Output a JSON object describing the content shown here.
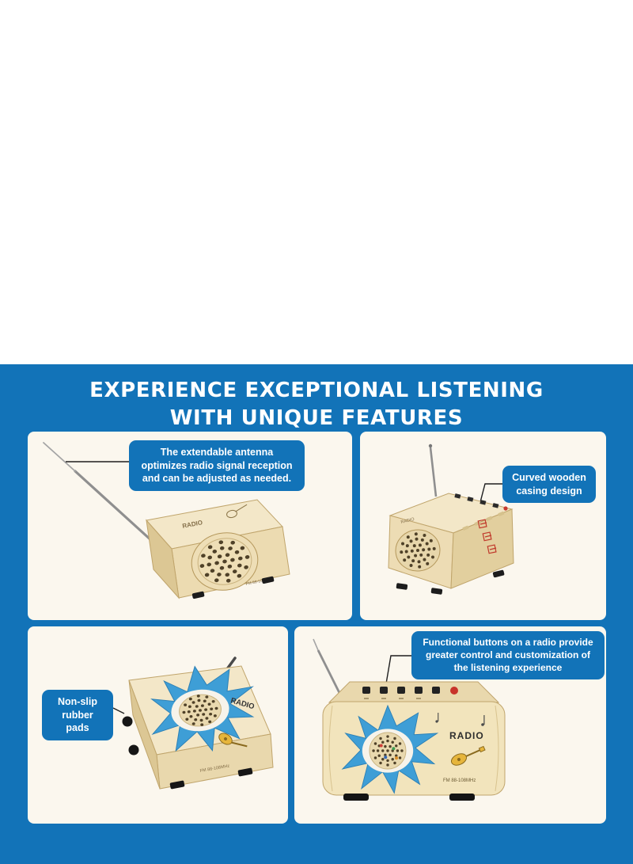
{
  "colors": {
    "section_bg": "#1273b8",
    "card_bg": "#fbf7ee",
    "callout_bg": "#1273b8",
    "title_color": "#ffffff",
    "wood": "#e9d8ad",
    "splash_blue": "#3e9ed6"
  },
  "header": {
    "title_line1": "EXPERIENCE EXCEPTIONAL LISTENING",
    "title_line2": "WITH UNIQUE FEATURES"
  },
  "features": [
    {
      "name": "extendable-antenna",
      "callout": "The extendable antenna optimizes radio signal reception and can be adjusted as needed."
    },
    {
      "name": "curved-casing",
      "callout": "Curved wooden casing design"
    },
    {
      "name": "rubber-pads",
      "callout": "Non-slip rubber pads"
    },
    {
      "name": "function-buttons",
      "callout": "Functional buttons on a radio provide greater control and customization of the listening experience"
    }
  ],
  "product": {
    "brand_label": "RADIO",
    "band_label": "FM 88-108MHz"
  }
}
